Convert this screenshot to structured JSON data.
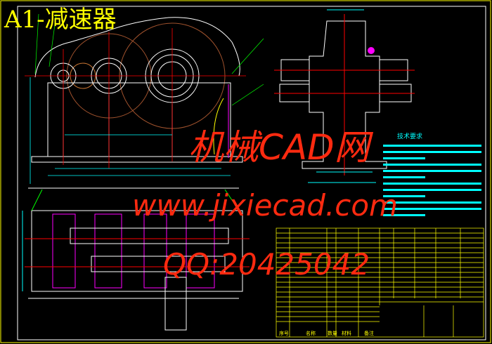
{
  "title": "A1-减速器",
  "watermark": {
    "site_cn": "机械CAD网",
    "url": "www.jixiecad.com",
    "qq": "QQ:20425042"
  },
  "tech_requirements": {
    "heading": "技术要求"
  },
  "parts_table": {
    "headers": [
      "序号",
      "名称",
      "数量",
      "材料",
      "备注"
    ]
  },
  "colors": {
    "background": "#000000",
    "border": "#ffff00",
    "outline": "#ffffff",
    "centerline": "#ff0000",
    "dimension": "#00ffff",
    "leader": "#00ff00",
    "pitch_circle": "#a0522d",
    "hatch": "#ff00ff",
    "watermark": "#ff2a10"
  }
}
